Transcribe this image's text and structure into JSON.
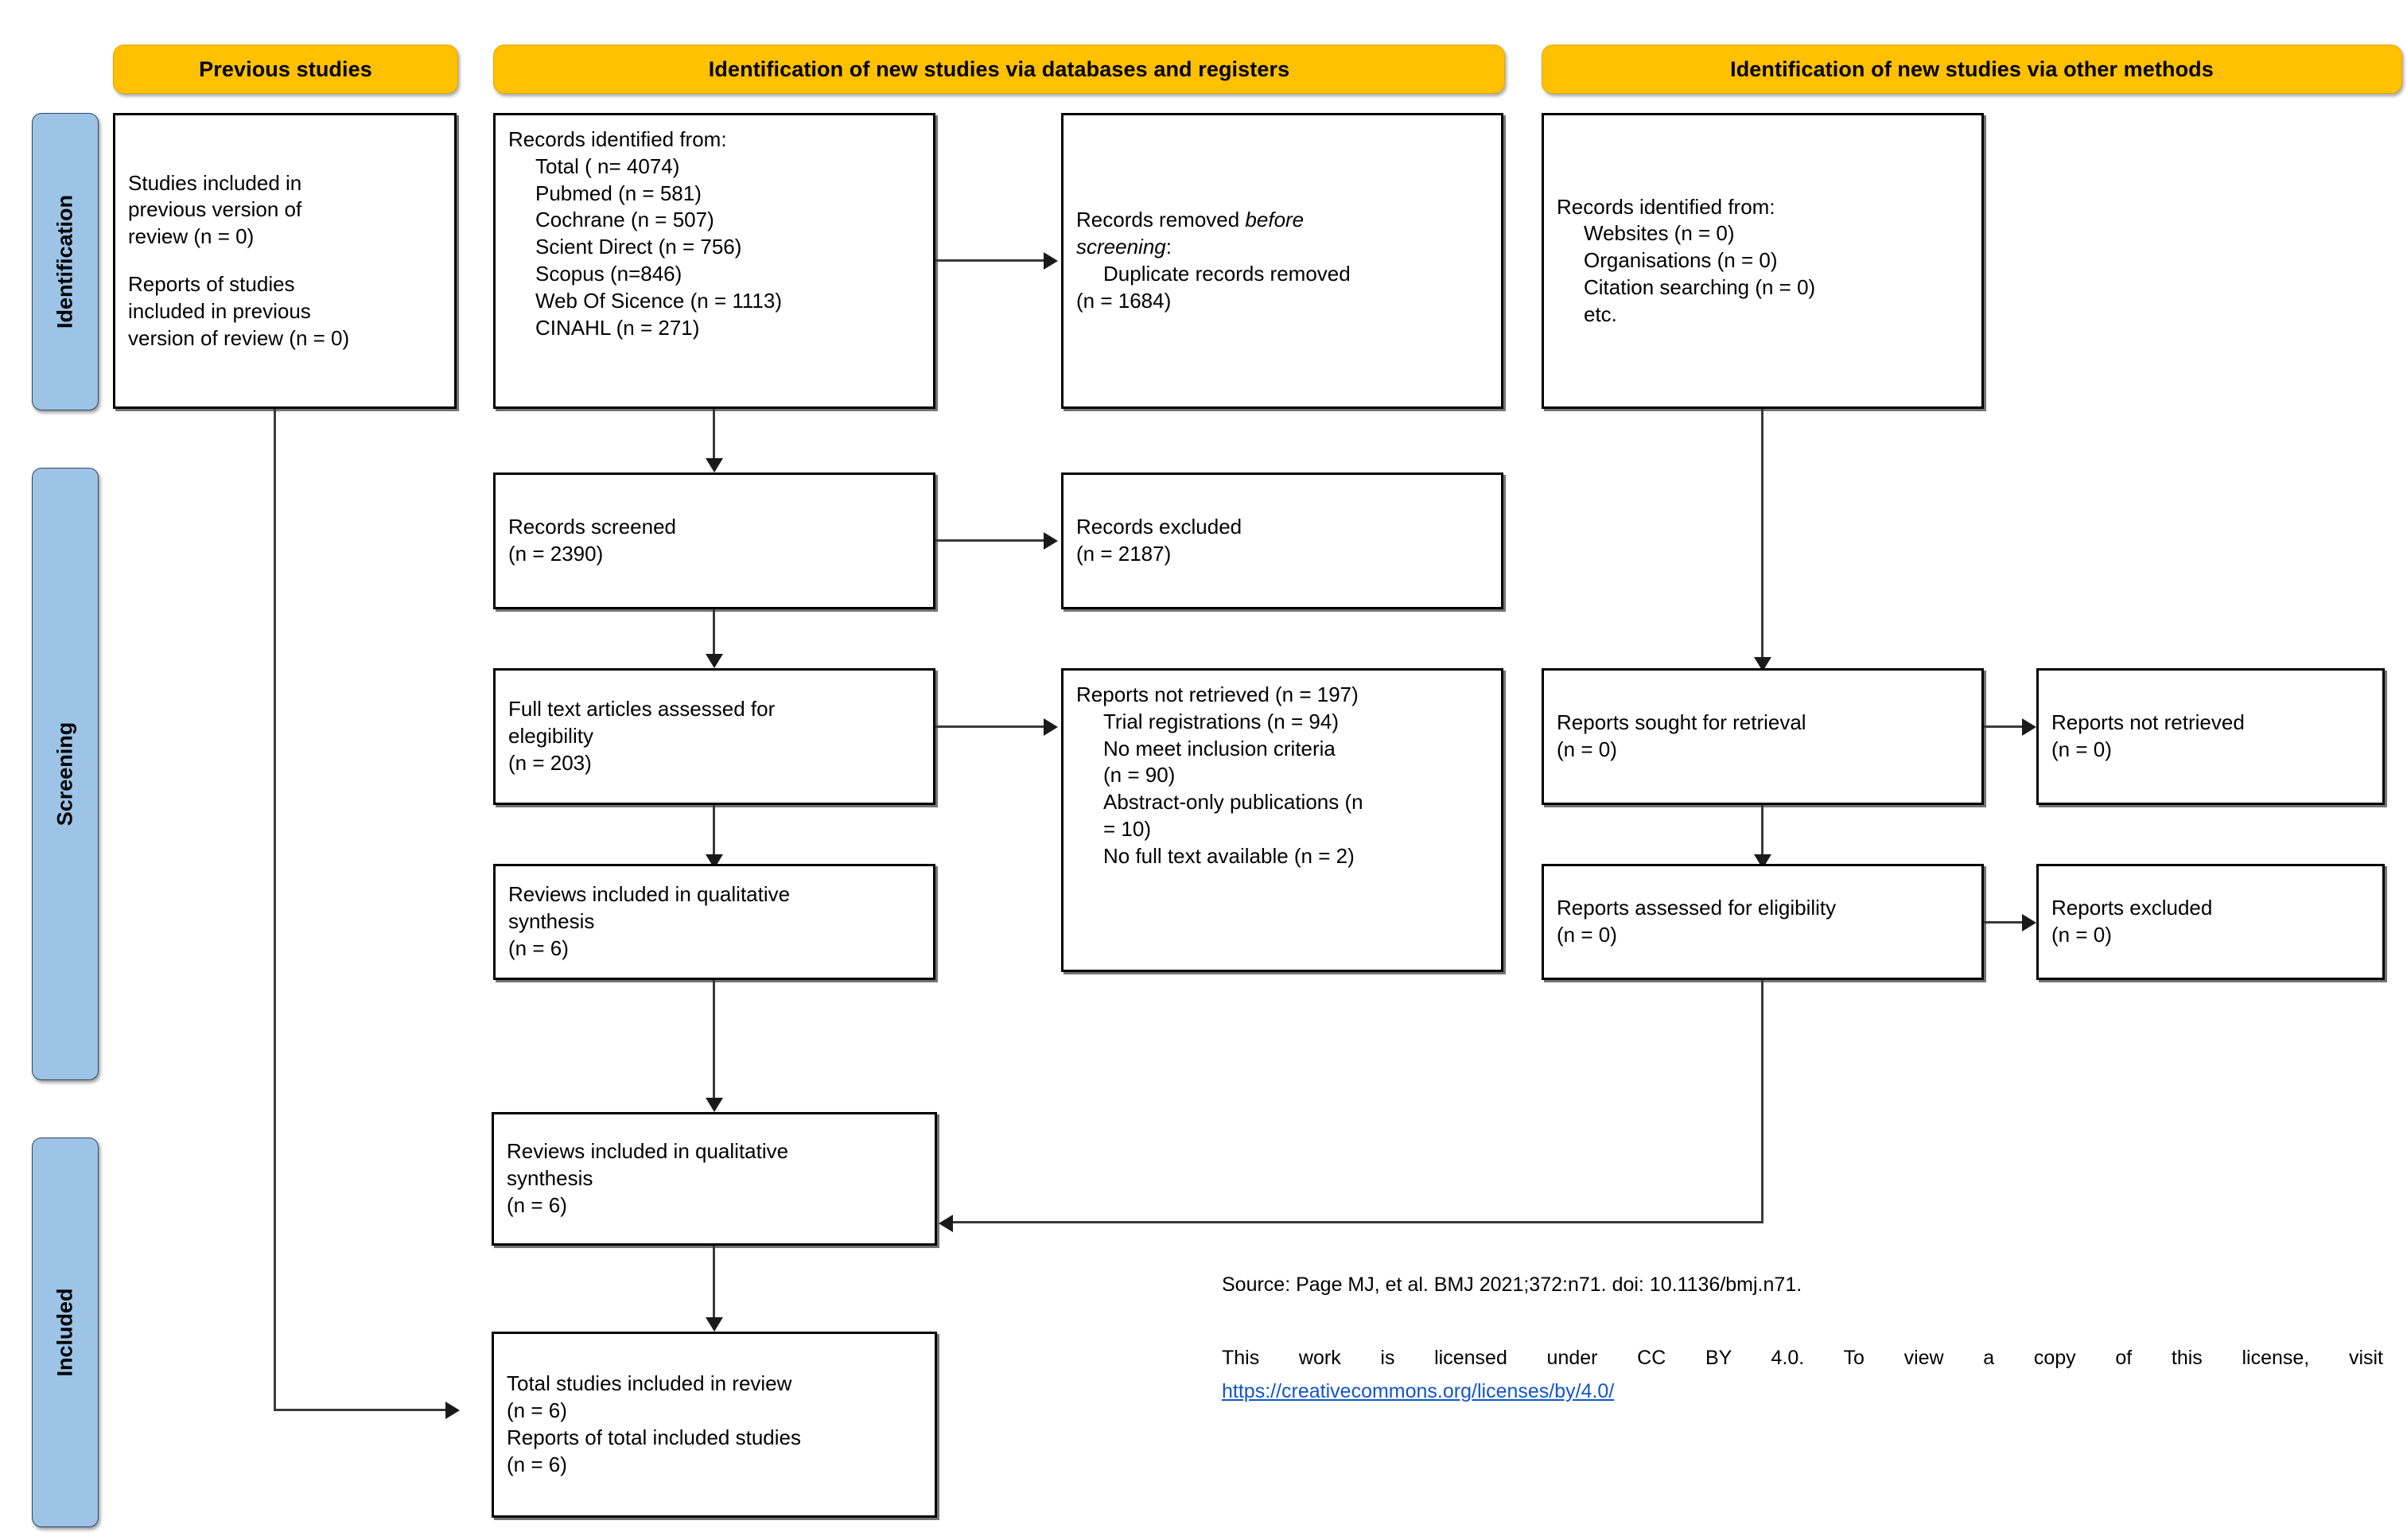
{
  "headers": {
    "previous": "Previous studies",
    "databases": "Identification of new studies via databases and registers",
    "other": "Identification of new studies via other methods"
  },
  "rails": {
    "identification": "Identification",
    "screening": "Screening",
    "included": "Included"
  },
  "boxes": {
    "previous_studies": {
      "line1": "Studies included in",
      "line2": "previous version of",
      "line3": "review (n = 0)",
      "line4": "Reports of studies",
      "line5": "included in previous",
      "line6": "version of review (n = 0)"
    },
    "records_identified_db": {
      "title": "Records identified from:",
      "items": [
        "Total ( n= 4074)",
        "Pubmed (n = 581)",
        "Cochrane (n = 507)",
        "Scient Direct (n = 756)",
        "Scopus (n=846)",
        "Web Of Sicence (n = 1113)",
        "CINAHL (n = 271)"
      ]
    },
    "records_removed": {
      "title_plain": "Records removed ",
      "title_italic_a": "before",
      "title_italic_b": "screening",
      "title_colon": ":",
      "item1": "Duplicate records removed",
      "item2": "(n = 1684)"
    },
    "records_identified_other": {
      "title": "Records identified from:",
      "items": [
        "Websites (n = 0)",
        "Organisations (n = 0)",
        "Citation searching (n = 0)",
        "etc."
      ]
    },
    "records_screened": {
      "line1": "Records screened",
      "line2": "(n = 2390)"
    },
    "records_excluded": {
      "line1": "Records excluded",
      "line2": "(n = 2187)"
    },
    "full_text_assessed": {
      "line1": "Full text articles assessed for",
      "line2": "elegibility",
      "line3": "(n = 203)"
    },
    "reports_not_retrieved_db": {
      "title": "Reports not retrieved (n = 197)",
      "items": [
        "Trial registrations (n = 94)",
        "No meet inclusion criteria",
        "(n = 90)",
        "Abstract-only publications (n",
        "= 10)",
        "No full text available (n = 2)"
      ]
    },
    "reviews_qualitative_mid": {
      "line1": "Reviews included in qualitative",
      "line2": "synthesis",
      "line3": "(n = 6)"
    },
    "reports_sought": {
      "line1": "Reports sought for retrieval",
      "line2": "(n = 0)"
    },
    "reports_not_retrieved_other": {
      "line1": "Reports not retrieved",
      "line2": "(n = 0)"
    },
    "reports_assessed": {
      "line1": "Reports assessed for eligibility",
      "line2": "(n = 0)"
    },
    "reports_excluded": {
      "line1": "Reports excluded",
      "line2": "(n = 0)"
    },
    "reviews_qualitative_final": {
      "line1": "Reviews included in qualitative",
      "line2": "synthesis",
      "line3": "(n = 6)"
    },
    "total_included": {
      "line1": "Total studies included in review",
      "line2": "(n = 6)",
      "line3": "Reports of total included studies",
      "line4": "(n = 6)"
    }
  },
  "footer": {
    "source": "Source: Page MJ, et al. BMJ 2021;372:n71. doi: 10.1136/bmj.n71.",
    "license": "This work is licensed under CC BY 4.0. To view a copy of this license, visit",
    "license_url": "https://creativecommons.org/licenses/by/4.0/"
  },
  "colors": {
    "header_yellow": "#FFC000",
    "rail_blue": "#9DC3E6",
    "box_border": "#000000",
    "link_blue": "#1155cc"
  }
}
